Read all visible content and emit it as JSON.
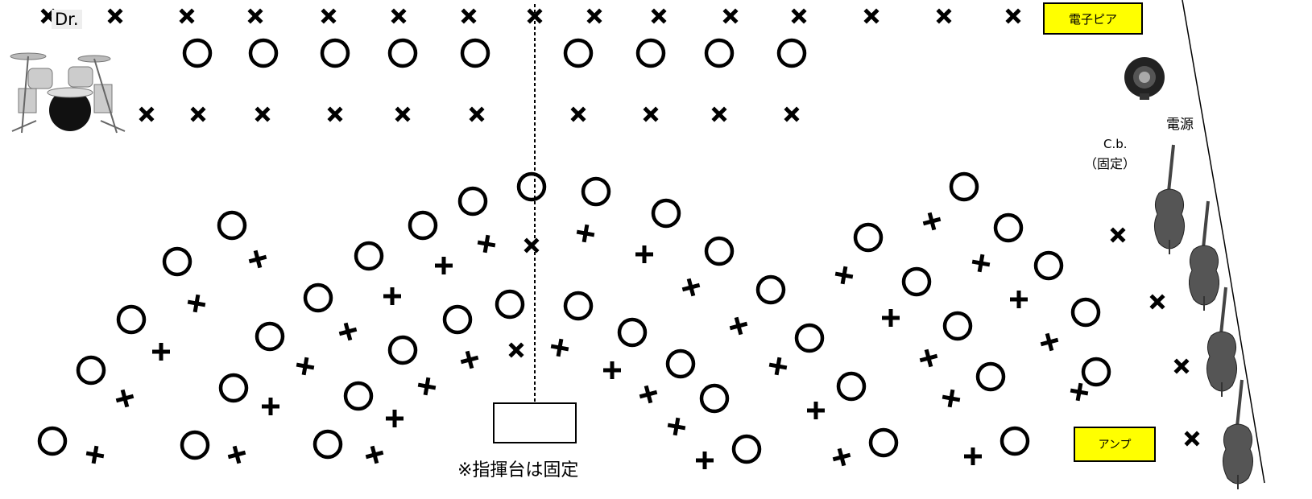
{
  "labels": {
    "drums": "Dr.",
    "electric_piano": "電子ピア",
    "power": "電源",
    "contrabass_line1": "C.b.",
    "contrabass_line2": "（固定）",
    "amp": "アンプ",
    "podium_note": "※指揮台は固定"
  },
  "icons": {
    "drum_kit": "drum-kit-icon",
    "cable_reel": "cable-reel-icon",
    "contrabass": "contrabass-icon"
  },
  "colors": {
    "mark": "#000000",
    "label_box": "#ffff00"
  }
}
